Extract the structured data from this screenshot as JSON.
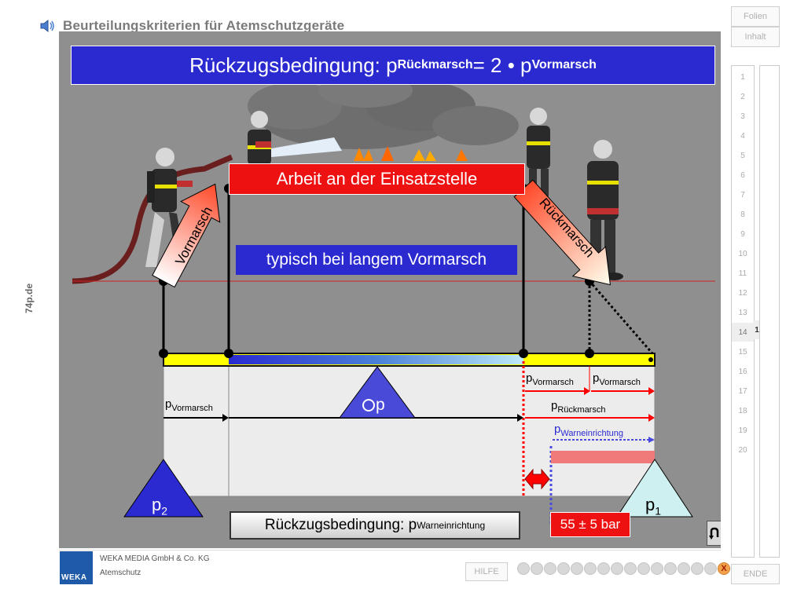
{
  "header": {
    "title": "Beurteilungskriterien für Atemschutzgeräte",
    "icon": "speaker-icon"
  },
  "slide": {
    "headline_main": "Rückzugsbedingung: p",
    "headline_sub1": "Rückmarsch",
    "headline_eq": " = 2 • p",
    "headline_sub2": "Vormarsch",
    "work_label": "Arbeit an der Einsatzstelle",
    "typical_label": "typisch bei langem Vormarsch",
    "arrow_vormarsch": "Vormarsch",
    "arrow_rueckmarsch": "Rückmarsch",
    "p_vormarsch_left_main": "p",
    "p_vormarsch_left_sub": "Vormarsch",
    "p_vormarsch_r1_main": "p",
    "p_vormarsch_r1_sub": "Vormarsch",
    "p_vormarsch_r2_main": "p",
    "p_vormarsch_r2_sub": "Vormarsch",
    "p_rueckmarsch_main": "p",
    "p_rueckmarsch_sub": "Rückmarsch",
    "p_warn_main": "p",
    "p_warn_sub": "Warneinrichtung",
    "delta_p": "p",
    "p2_main": "p",
    "p2_sub": "2",
    "p1_main": "p",
    "p1_sub": "1",
    "condition_main": "Rückzugsbedingung: p",
    "condition_sub": "Warneinrichtung",
    "pressure_badge": "55 ± 5 bar",
    "colors": {
      "headline_bg": "#2a2ad0",
      "work_bg": "#ee1111",
      "bar_yellow": "#ffff00",
      "warn_line": "#4a4ae0",
      "red_dotted": "#ff0000"
    }
  },
  "side_watermark": "74p.de",
  "nav": {
    "folien": "Folien",
    "inhalt": "Inhalt",
    "slides": [
      "1",
      "2",
      "3",
      "4",
      "5",
      "6",
      "7",
      "8",
      "9",
      "10",
      "11",
      "12",
      "13",
      "14",
      "15",
      "16",
      "17",
      "18",
      "19",
      "20"
    ],
    "active_slide": "14",
    "sub_index": "1",
    "hilfe": "HILFE",
    "ende": "ENDE",
    "close": "X"
  },
  "footer": {
    "company": "WEKA MEDIA GmbH & Co. KG",
    "product": "Atemschutz",
    "logo_text": "WEKA"
  }
}
